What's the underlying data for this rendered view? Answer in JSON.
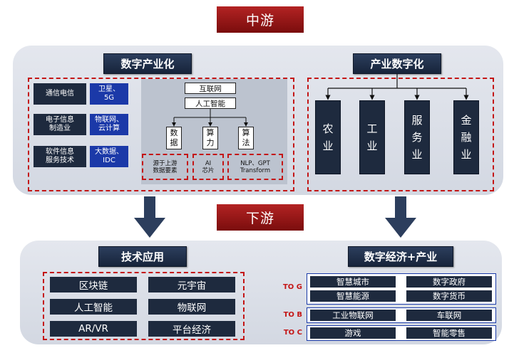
{
  "midstream_title": "中游",
  "downstream_title": "下游",
  "digital_industrialization": {
    "title": "数字产业化",
    "left_boxes": [
      {
        "dark": "通信电信",
        "blue": "卫星、\n5G"
      },
      {
        "dark": "电子信息\n制造业",
        "blue": "物联网、\n云计算"
      },
      {
        "dark": "软件信息\n服务技术",
        "blue": "大数据、\nIDC"
      }
    ],
    "internet": "互联网",
    "ai": "人工智能",
    "pillars": [
      {
        "label": "数\n据",
        "source": "源于上游\n数据要素"
      },
      {
        "label": "算\n力",
        "source": "AI\n芯片"
      },
      {
        "label": "算\n法",
        "source": "NLP、GPT\nTransform"
      }
    ]
  },
  "industrial_digitalization": {
    "title": "产业数字化",
    "sectors": [
      "农\n业",
      "工\n业",
      "服\n务\n业",
      "金\n融\n业"
    ]
  },
  "tech_application": {
    "title": "技术应用",
    "items": [
      "区块链",
      "元宇宙",
      "人工智能",
      "物联网",
      "AR/VR",
      "平台经济"
    ]
  },
  "digital_economy": {
    "title": "数字经济+产业",
    "groups": [
      {
        "label": "TO G",
        "items": [
          "智慧城市",
          "数字政府",
          "智慧能源",
          "数字货币"
        ]
      },
      {
        "label": "TO B",
        "items": [
          "工业物联网",
          "车联网"
        ]
      },
      {
        "label": "TO C",
        "items": [
          "游戏",
          "智能零售"
        ]
      }
    ]
  },
  "colors": {
    "red": "#c41515",
    "navy": "#1e2a3e",
    "blue": "#1b39a8",
    "panel": "#dde1e9"
  }
}
